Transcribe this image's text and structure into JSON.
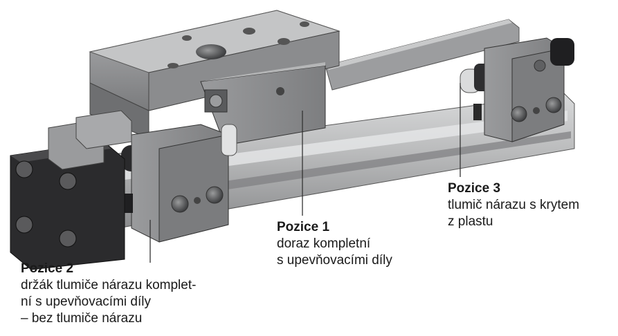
{
  "labels": {
    "position1": {
      "title": "Pozice 1",
      "lines": [
        "doraz kompletní",
        "s upevňovacími díly"
      ]
    },
    "position2": {
      "title": "Pozice 2",
      "lines": [
        "držák tlumiče nárazu komplet-",
        "ní s upevňovacími díly",
        "– bez tlumiče nárazu"
      ]
    },
    "position3": {
      "title": "Pozice 3",
      "lines": [
        "tlumič nárazu s krytem",
        "z plastu"
      ]
    }
  },
  "colors": {
    "body_metal": "#a9aaab",
    "dark_metal": "#6f7072",
    "block_grey": "#8e8f91",
    "end_cap": "#2a2a2a",
    "leader_line": "#333333"
  }
}
